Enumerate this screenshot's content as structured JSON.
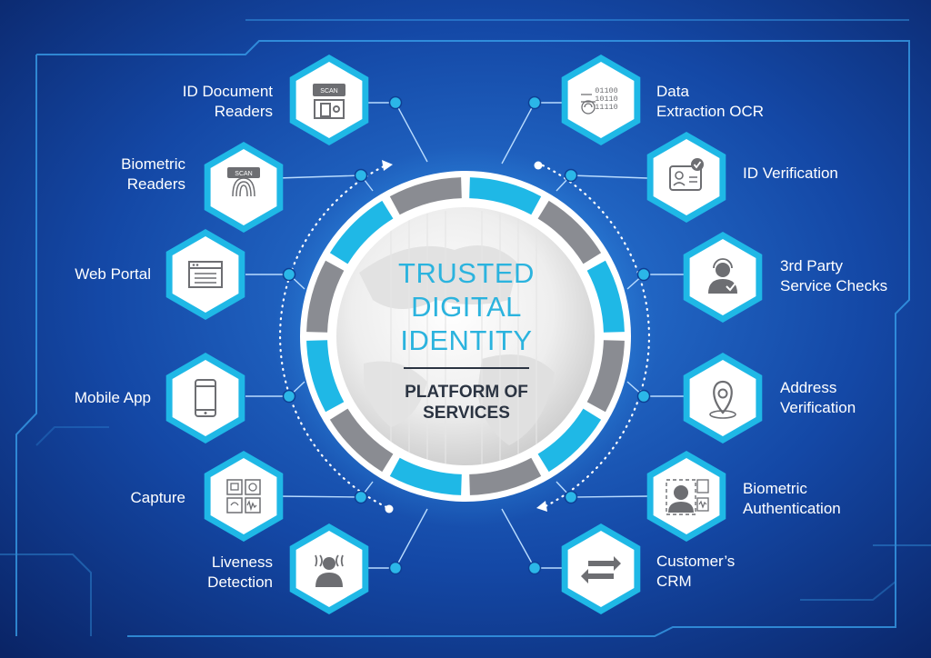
{
  "colors": {
    "bg_dark": "#0b2a72",
    "bg_light": "#1c62c6",
    "accent_cyan": "#1fb8e6",
    "ring_grey": "#8a8c92",
    "hex_fill": "#ffffff",
    "icon_grey": "#6d6e72",
    "title_blue": "#2bb3de",
    "subtitle_dark": "#2b3442"
  },
  "center": {
    "title_lines": [
      "TRUSTED",
      "DIGITAL",
      "IDENTITY"
    ],
    "subtitle": "PLATFORM OF\nSERVICES"
  },
  "nodes": [
    {
      "id": "id-document-readers",
      "label": "ID Document\nReaders",
      "icon": "scan-printer-icon",
      "icon_text": "SCAN"
    },
    {
      "id": "biometric-readers",
      "label": "Biometric\nReaders",
      "icon": "fingerprint-scan-icon",
      "icon_text": "SCAN"
    },
    {
      "id": "web-portal",
      "label": "Web Portal",
      "icon": "browser-window-icon"
    },
    {
      "id": "mobile-app",
      "label": "Mobile App",
      "icon": "smartphone-icon"
    },
    {
      "id": "capture",
      "label": "Capture",
      "icon": "capture-grid-icon"
    },
    {
      "id": "liveness-detection",
      "label": "Liveness\nDetection",
      "icon": "person-signal-icon"
    },
    {
      "id": "data-extraction-ocr",
      "label": "Data\nExtraction OCR",
      "icon": "binary-ocr-icon",
      "icon_text": [
        "01100",
        "10110",
        "11110"
      ]
    },
    {
      "id": "id-verification",
      "label": "ID Verification",
      "icon": "id-card-check-icon"
    },
    {
      "id": "third-party-service-checks",
      "label": "3rd Party\nService Checks",
      "icon": "agent-check-icon"
    },
    {
      "id": "address-verification",
      "label": "Address\nVerification",
      "icon": "map-pin-icon"
    },
    {
      "id": "biometric-authentication",
      "label": "Biometric\nAuthentication",
      "icon": "face-scan-icon"
    },
    {
      "id": "customers-crm",
      "label": "Customer’s\nCRM",
      "icon": "exchange-arrows-icon"
    }
  ]
}
